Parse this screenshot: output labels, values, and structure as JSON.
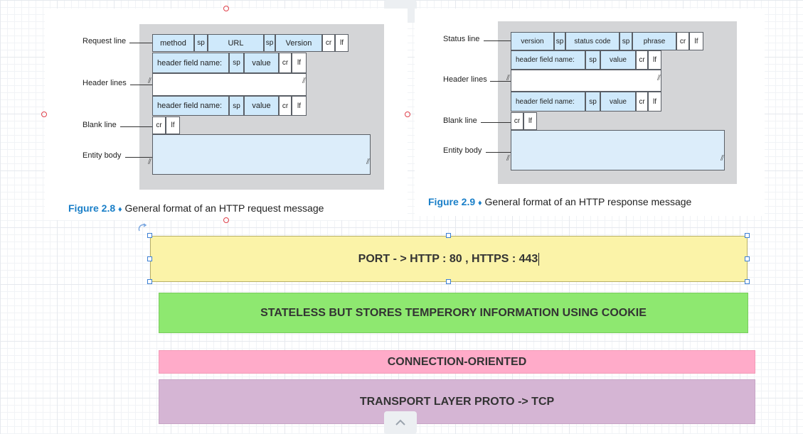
{
  "figures": {
    "request": {
      "labels": {
        "request_line": "Request line",
        "header_lines": "Header lines",
        "blank_line": "Blank line",
        "entity_body": "Entity body"
      },
      "row1": [
        "method",
        "sp",
        "URL",
        "sp",
        "Version",
        "cr",
        "lf"
      ],
      "header_row": [
        "header field name:",
        "sp",
        "value",
        "cr",
        "lf"
      ],
      "blank": [
        "cr",
        "lf"
      ],
      "caption_num": "Figure 2.8",
      "caption_text": "General format of an HTTP request message"
    },
    "response": {
      "labels": {
        "status_line": "Status line",
        "header_lines": "Header lines",
        "blank_line": "Blank line",
        "entity_body": "Entity body"
      },
      "row1": [
        "version",
        "sp",
        "status code",
        "sp",
        "phrase",
        "cr",
        "lf"
      ],
      "header_row": [
        "header field name:",
        "sp",
        "value",
        "cr",
        "lf"
      ],
      "blank": [
        "cr",
        "lf"
      ],
      "caption_num": "Figure 2.9",
      "caption_text": "General format of an HTTP response message"
    },
    "caption_sep": "♦"
  },
  "notes": [
    {
      "text": "PORT - > HTTP : 80 , HTTPS : 443",
      "color": "#fbf3a8"
    },
    {
      "text": "STATELESS BUT STORES TEMPERORY INFORMATION USING COOKIE",
      "color": "#8ee870"
    },
    {
      "text": "CONNECTION-ORIENTED",
      "color": "#ffabc9"
    },
    {
      "text": "TRANSPORT LAYER PROTO -> TCP",
      "color": "#d5b5d4"
    }
  ],
  "icons": {
    "nav_up": "chevron-up-icon",
    "nav_down": "chevron-down-icon",
    "rotate": "rotate-icon"
  },
  "colors": {
    "selection": "#3b7fd4",
    "connection_point": "#e0404a",
    "figure_cell": "#cfe9fb",
    "figure_background": "#d4d5d7",
    "caption_accent": "#1a7fc8"
  }
}
